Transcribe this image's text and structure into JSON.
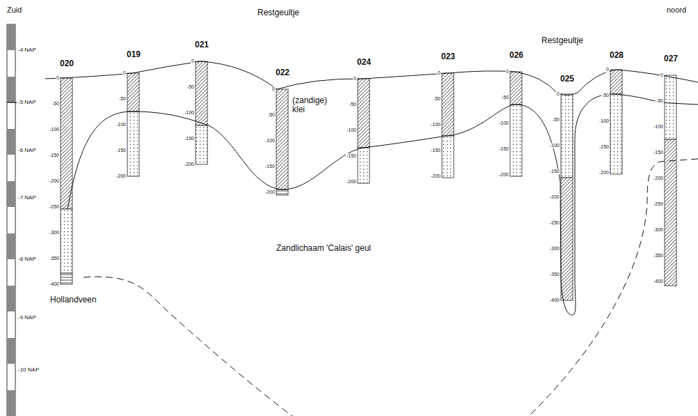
{
  "diagram": {
    "labels": [
      "Zuid",
      "noord",
      "-4 NAP",
      "-5 NAP",
      "-6 NAP",
      "-7 NAP",
      "-8 NAP",
      "-9 NAP",
      "-10 NAP",
      "020",
      "0",
      "-50",
      "-100",
      "-150",
      "-200",
      "-250",
      "-300",
      "-350",
      "-400",
      "019",
      "0",
      "-50",
      "-100",
      "-150",
      "-200",
      "021",
      "0",
      "-50",
      "-100",
      "-150",
      "-200",
      "022",
      "0",
      "-50",
      "-100",
      "-150",
      "-200",
      "024",
      "0",
      "-50",
      "-100",
      "-150",
      "-200",
      "023",
      "0",
      "-50",
      "-100",
      "-150",
      "-200",
      "026",
      "0",
      "-50",
      "-100",
      "-150",
      "-200",
      "025",
      "0",
      "-50",
      "-100",
      "-150",
      "-200",
      "-250",
      "-300",
      "-350",
      "-400",
      "028",
      "0",
      "-50",
      "-100",
      "-150",
      "-200",
      "027",
      "0",
      "-50",
      "-100",
      "-150",
      "-200",
      "-250",
      "-300",
      "-350",
      "-400",
      "Restgeultje",
      "Restgeultje",
      "(zandige) klei",
      "Zandlichaam 'Calais' geul",
      "Hollandveen"
    ]
  }
}
